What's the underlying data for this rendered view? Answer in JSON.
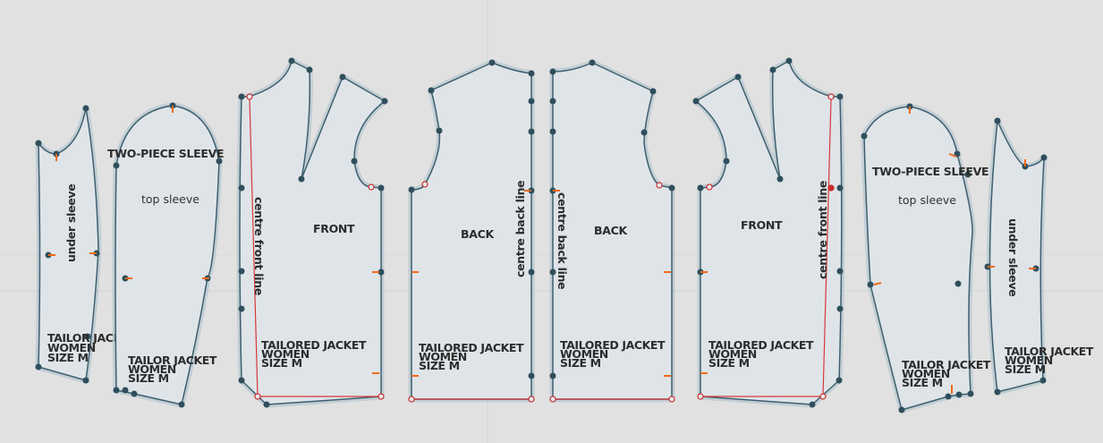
{
  "pieces": {
    "left_under_sleeve": {
      "name": "under sleeve",
      "info": [
        "TAILOR JACKET",
        "WOMEN",
        "SIZE M"
      ]
    },
    "left_top_sleeve": {
      "title": "TWO-PIECE SLEEVE",
      "name": "top sleeve",
      "info": [
        "TAILOR JACKET",
        "WOMEN",
        "SIZE M"
      ]
    },
    "left_front": {
      "name": "FRONT",
      "line": "centre front line",
      "info": [
        "TAILORED JACKET",
        "WOMEN",
        "SIZE M"
      ]
    },
    "left_back": {
      "name": "BACK",
      "line": "centre back line",
      "info": [
        "TAILORED JACKET",
        "WOMEN",
        "SIZE M"
      ]
    },
    "right_back": {
      "name": "BACK",
      "line": "centre back line",
      "info": [
        "TAILORED JACKET",
        "WOMEN",
        "SIZE M"
      ]
    },
    "right_front": {
      "name": "FRONT",
      "line": "centre front line",
      "info": [
        "TAILORED JACKET",
        "WOMEN",
        "SIZE M"
      ]
    },
    "right_top_sleeve": {
      "title": "TWO-PIECE SLEEVE",
      "name": "top sleeve",
      "info": [
        "TAILOR JACKET",
        "WOMEN",
        "SIZE M"
      ]
    },
    "right_under_sleeve": {
      "name": "under sleeve",
      "info": [
        "TAILOR JACKET",
        "WOMEN",
        "SIZE M"
      ]
    }
  },
  "colors": {
    "workspace": "#e1e1e1",
    "piece_fill": "#dfe4e8",
    "outline": "#3d5f6f",
    "seam_allowance": "#a9bfcb",
    "notch": "#f06a1a",
    "grain_line": "#d43a3a"
  }
}
